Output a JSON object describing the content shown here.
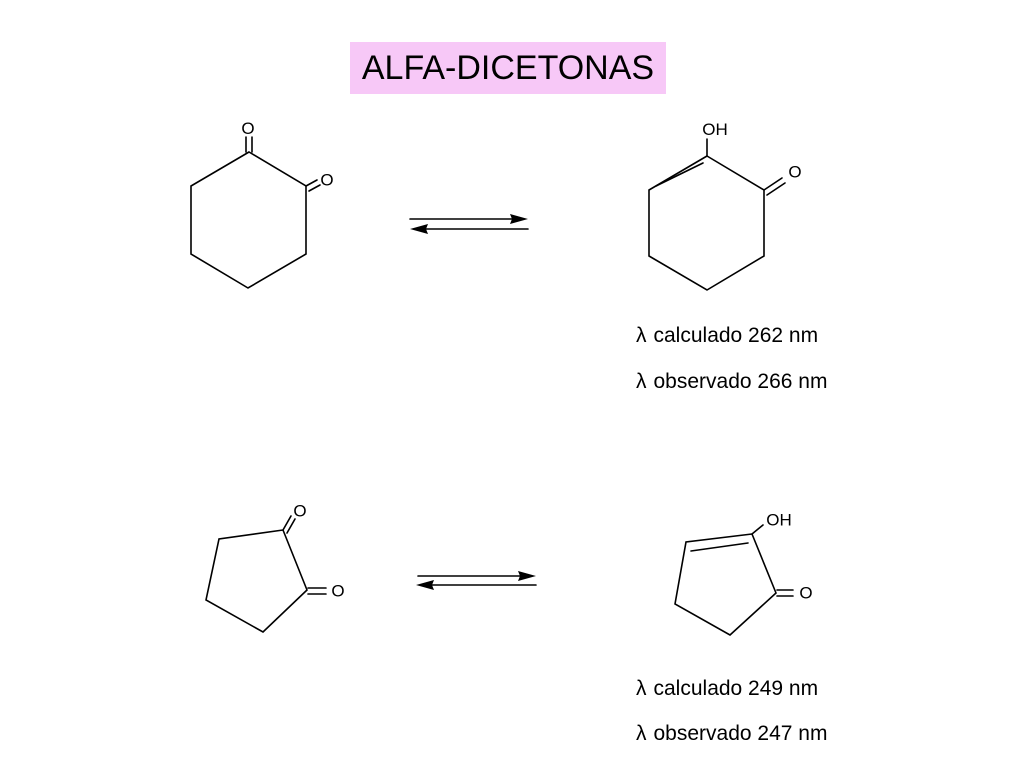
{
  "title": "ALFA-DICETONAS",
  "colors": {
    "title_bg": "#f7c8f7",
    "ink": "#000000"
  },
  "reactions": [
    {
      "reactant": {
        "atoms": {
          "o1": "O",
          "o2": "O"
        }
      },
      "product": {
        "atoms": {
          "oh": "OH",
          "o": "O"
        }
      },
      "lambda_symbol": "λ",
      "calculated": "calculado 262 nm",
      "observed": "observado 266 nm"
    },
    {
      "reactant": {
        "atoms": {
          "o1": "O",
          "o2": "O"
        }
      },
      "product": {
        "atoms": {
          "oh": "OH",
          "o": "O"
        }
      },
      "lambda_symbol": "λ",
      "calculated": "calculado 249 nm",
      "observed": "observado 247 nm"
    }
  ]
}
